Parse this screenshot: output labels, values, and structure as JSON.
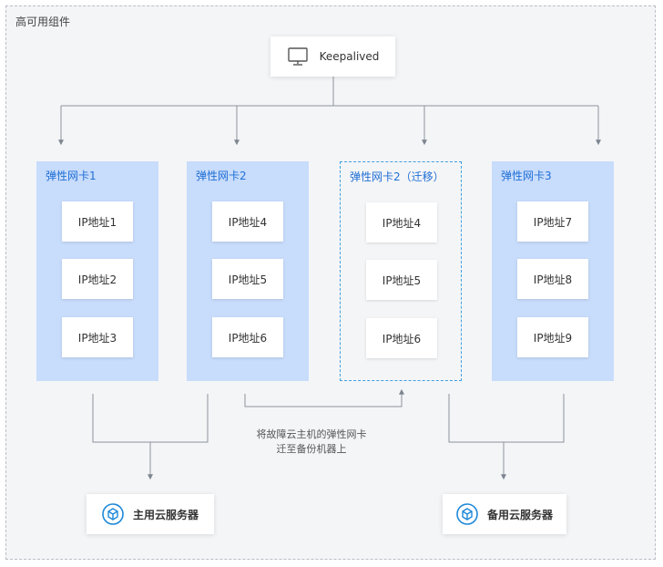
{
  "group": {
    "label": "高可用组件"
  },
  "keepalived": {
    "label": "Keepalived",
    "icon": "monitor-icon"
  },
  "nics": [
    {
      "title": "弹性网卡1",
      "ips": [
        "IP地址1",
        "IP地址2",
        "IP地址3"
      ]
    },
    {
      "title": "弹性网卡2",
      "ips": [
        "IP地址4",
        "IP地址5",
        "IP地址6"
      ]
    },
    {
      "title": "弹性网卡2（迁移）",
      "ips": [
        "IP地址4",
        "IP地址5",
        "IP地址6"
      ]
    },
    {
      "title": "弹性网卡3",
      "ips": [
        "IP地址7",
        "IP地址8",
        "IP地址9"
      ]
    }
  ],
  "servers": {
    "primary": {
      "label": "主用云服务器",
      "icon": "cloud-server-icon"
    },
    "backup": {
      "label": "备用云服务器",
      "icon": "cloud-server-icon"
    }
  },
  "migration": {
    "line1": "将故障云主机的弹性网卡",
    "line2": "迁至备份机器上"
  },
  "colors": {
    "accent": "#1f6fd6",
    "nic_fill": "#c8dcfb",
    "dashed_border": "#3f9fe0",
    "icon": "#1e88d8"
  }
}
